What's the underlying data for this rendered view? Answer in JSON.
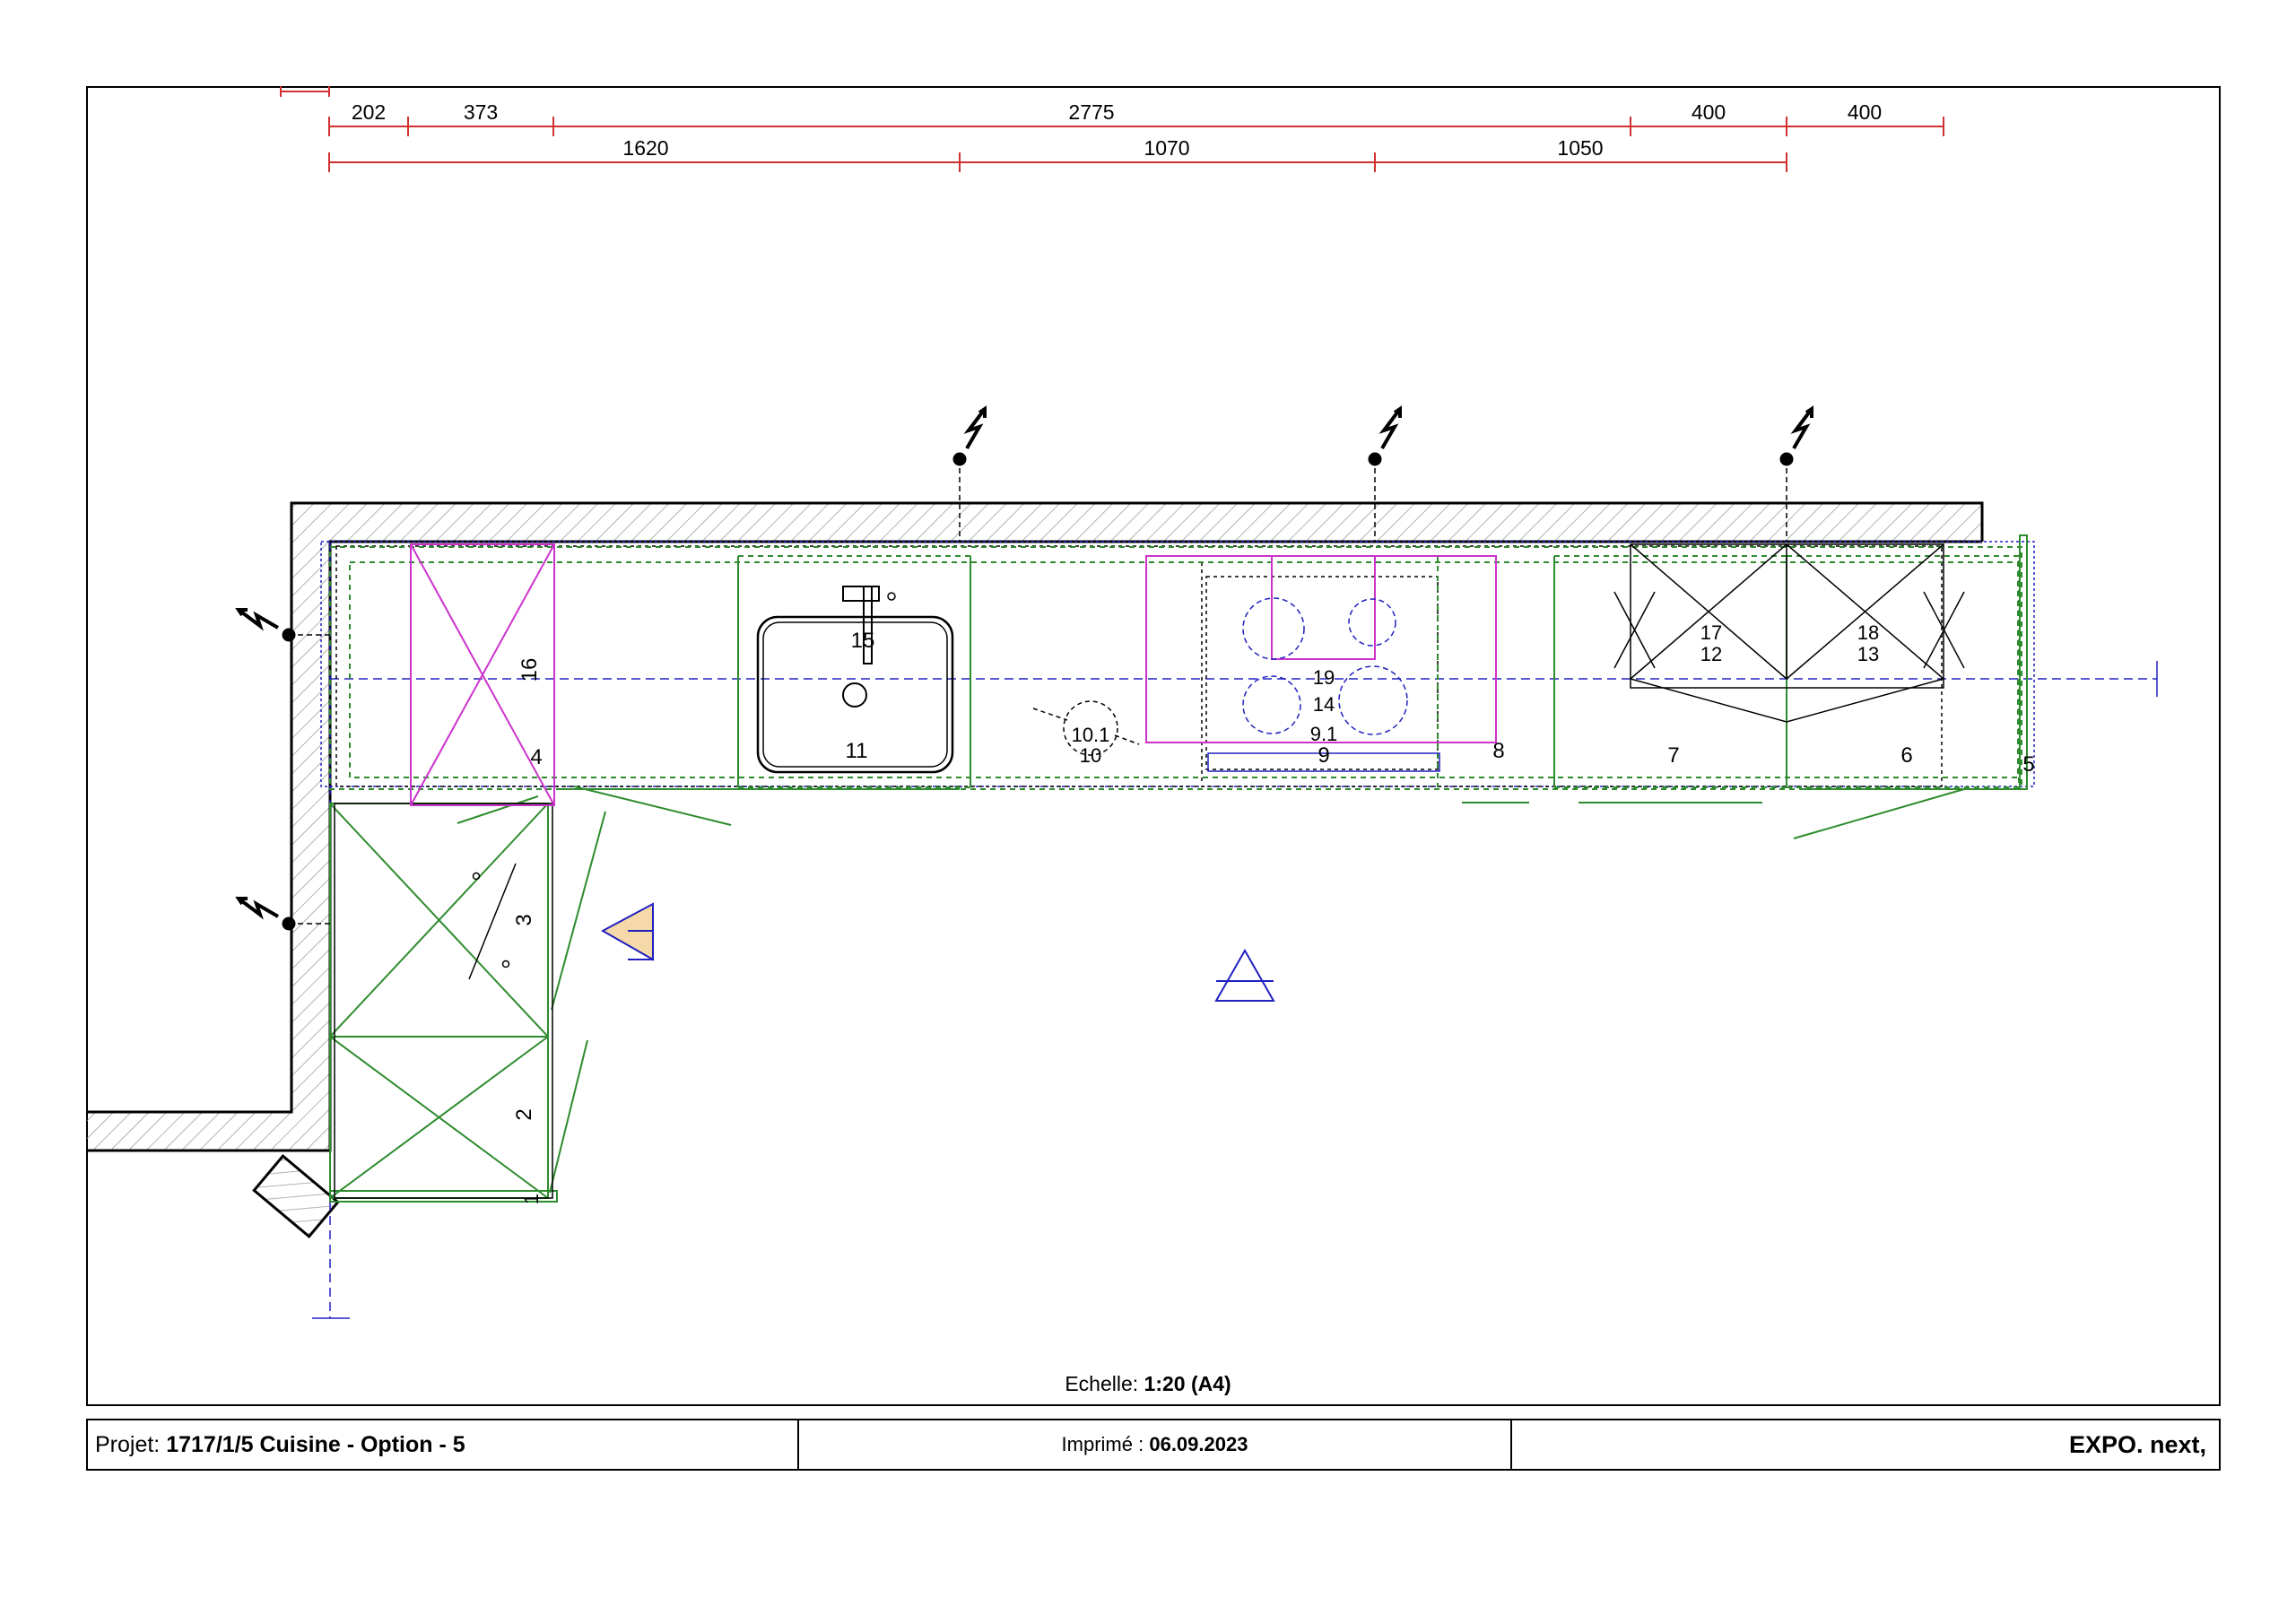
{
  "dimensions": {
    "top_row": [
      "202",
      "373",
      "2775",
      "400",
      "400"
    ],
    "bottom_row": [
      "1620",
      "1070",
      "1050"
    ]
  },
  "labels": {
    "item_1": "1",
    "item_2": "2",
    "item_3": "3",
    "item_4": "4",
    "item_5": "5",
    "item_6": "6",
    "item_7": "7",
    "item_8": "8",
    "item_9": "9",
    "item_9_1": "9.1",
    "item_10": "10",
    "item_10_1": "10.1",
    "item_11": "11",
    "item_12": "12",
    "item_13": "13",
    "item_14": "14",
    "item_15": "15",
    "item_16": "16",
    "item_17": "17",
    "item_18": "18",
    "item_19": "19"
  },
  "scale": {
    "label": "Echelle:",
    "value": "1:20 (A4)"
  },
  "title_block": {
    "project_label": "Projet:",
    "project_value": "1717/1/5 Cuisine - Option - 5",
    "printed_label": "Imprimé :",
    "printed_value": "06.09.2023",
    "brand": "EXPO. next,"
  },
  "colors": {
    "dimension": "#d03030",
    "wall": "#000000",
    "hatch": "#9a9a9a",
    "base_cabinet": "#2e8b2e",
    "wall_cabinet": "#cc33cc",
    "axis": "#2020c0",
    "marker_fill": "#f5d9a8"
  }
}
